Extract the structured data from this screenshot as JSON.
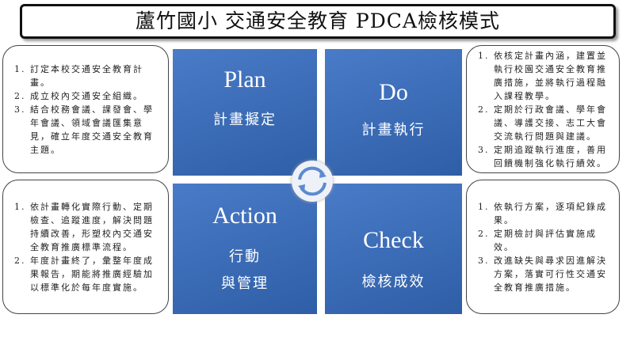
{
  "title": "蘆竹國小  交通安全教育   PDCA檢核模式",
  "quadrants": {
    "plan": {
      "en": "Plan",
      "zh": "計畫擬定"
    },
    "do": {
      "en": "Do",
      "zh": "計畫執行"
    },
    "action": {
      "en": "Action",
      "zh1": "行動",
      "zh2": "與管理"
    },
    "check": {
      "en": "Check",
      "zh": "檢核成效"
    }
  },
  "plan_notes": [
    "訂定本校交通安全教育計畫。",
    "成立校內交通安全組織。",
    "結合校務會議、課發會、學年會議、領域會議匯集意見，確立年度交通安全教育主題。"
  ],
  "do_notes": [
    "依核定計畫內涵，建置並執行校園交通安全教育推廣措施，並將執行過程融入課程教學。",
    "定期於行政會議、學年會議、導護交接、志工大會交流執行問題與建議。",
    "定期追蹤執行進度，善用回饋機制強化執行績效。"
  ],
  "action_notes": [
    "依計畫轉化實際行動、定期檢查、追蹤進度，解決問題持續改善，形塑校內交通安全教育推廣標準流程。",
    "年度計畫終了，彙整年度成果報告，期能將推廣經驗加以標準化於每年度實施。"
  ],
  "check_notes": [
    "依執行方案，逐項紀錄成果。",
    "定期檢討與評估實施成效。",
    "改進缺失與尋求因進解決方案，落實可行性交通安全教育推廣措施。"
  ]
}
